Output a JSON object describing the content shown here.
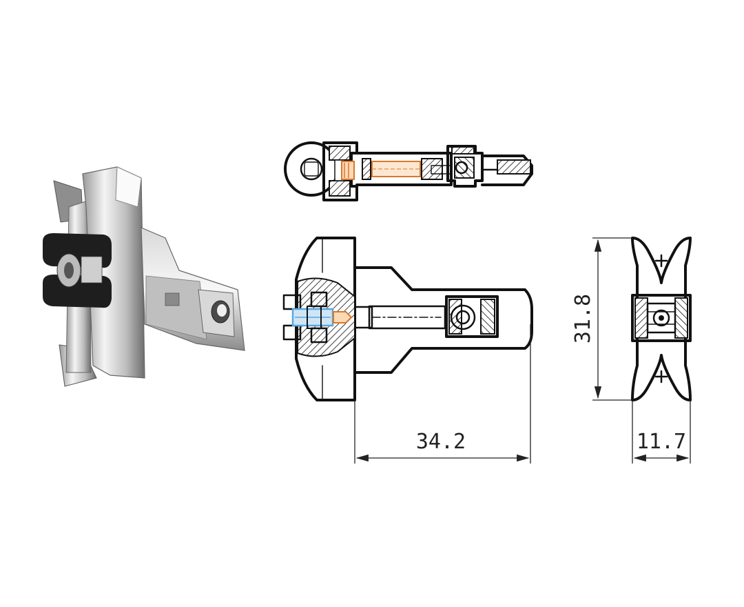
{
  "colors": {
    "line": "#111111",
    "screw_orange": "#d9782b",
    "pin_blue": "#5aa7dd",
    "chrome_light": "#e8e8e8",
    "chrome_dark": "#6d6d6d",
    "rubber": "#1a1a1a"
  },
  "dimensions": {
    "length": "34.2",
    "height": "31.8",
    "width": "11.7"
  },
  "icons": {
    "photo": "chrome-clamp-photo",
    "top_view": "clamp-top-section-drawing",
    "front_view": "clamp-front-section-drawing",
    "side_view": "clamp-side-view-drawing"
  }
}
